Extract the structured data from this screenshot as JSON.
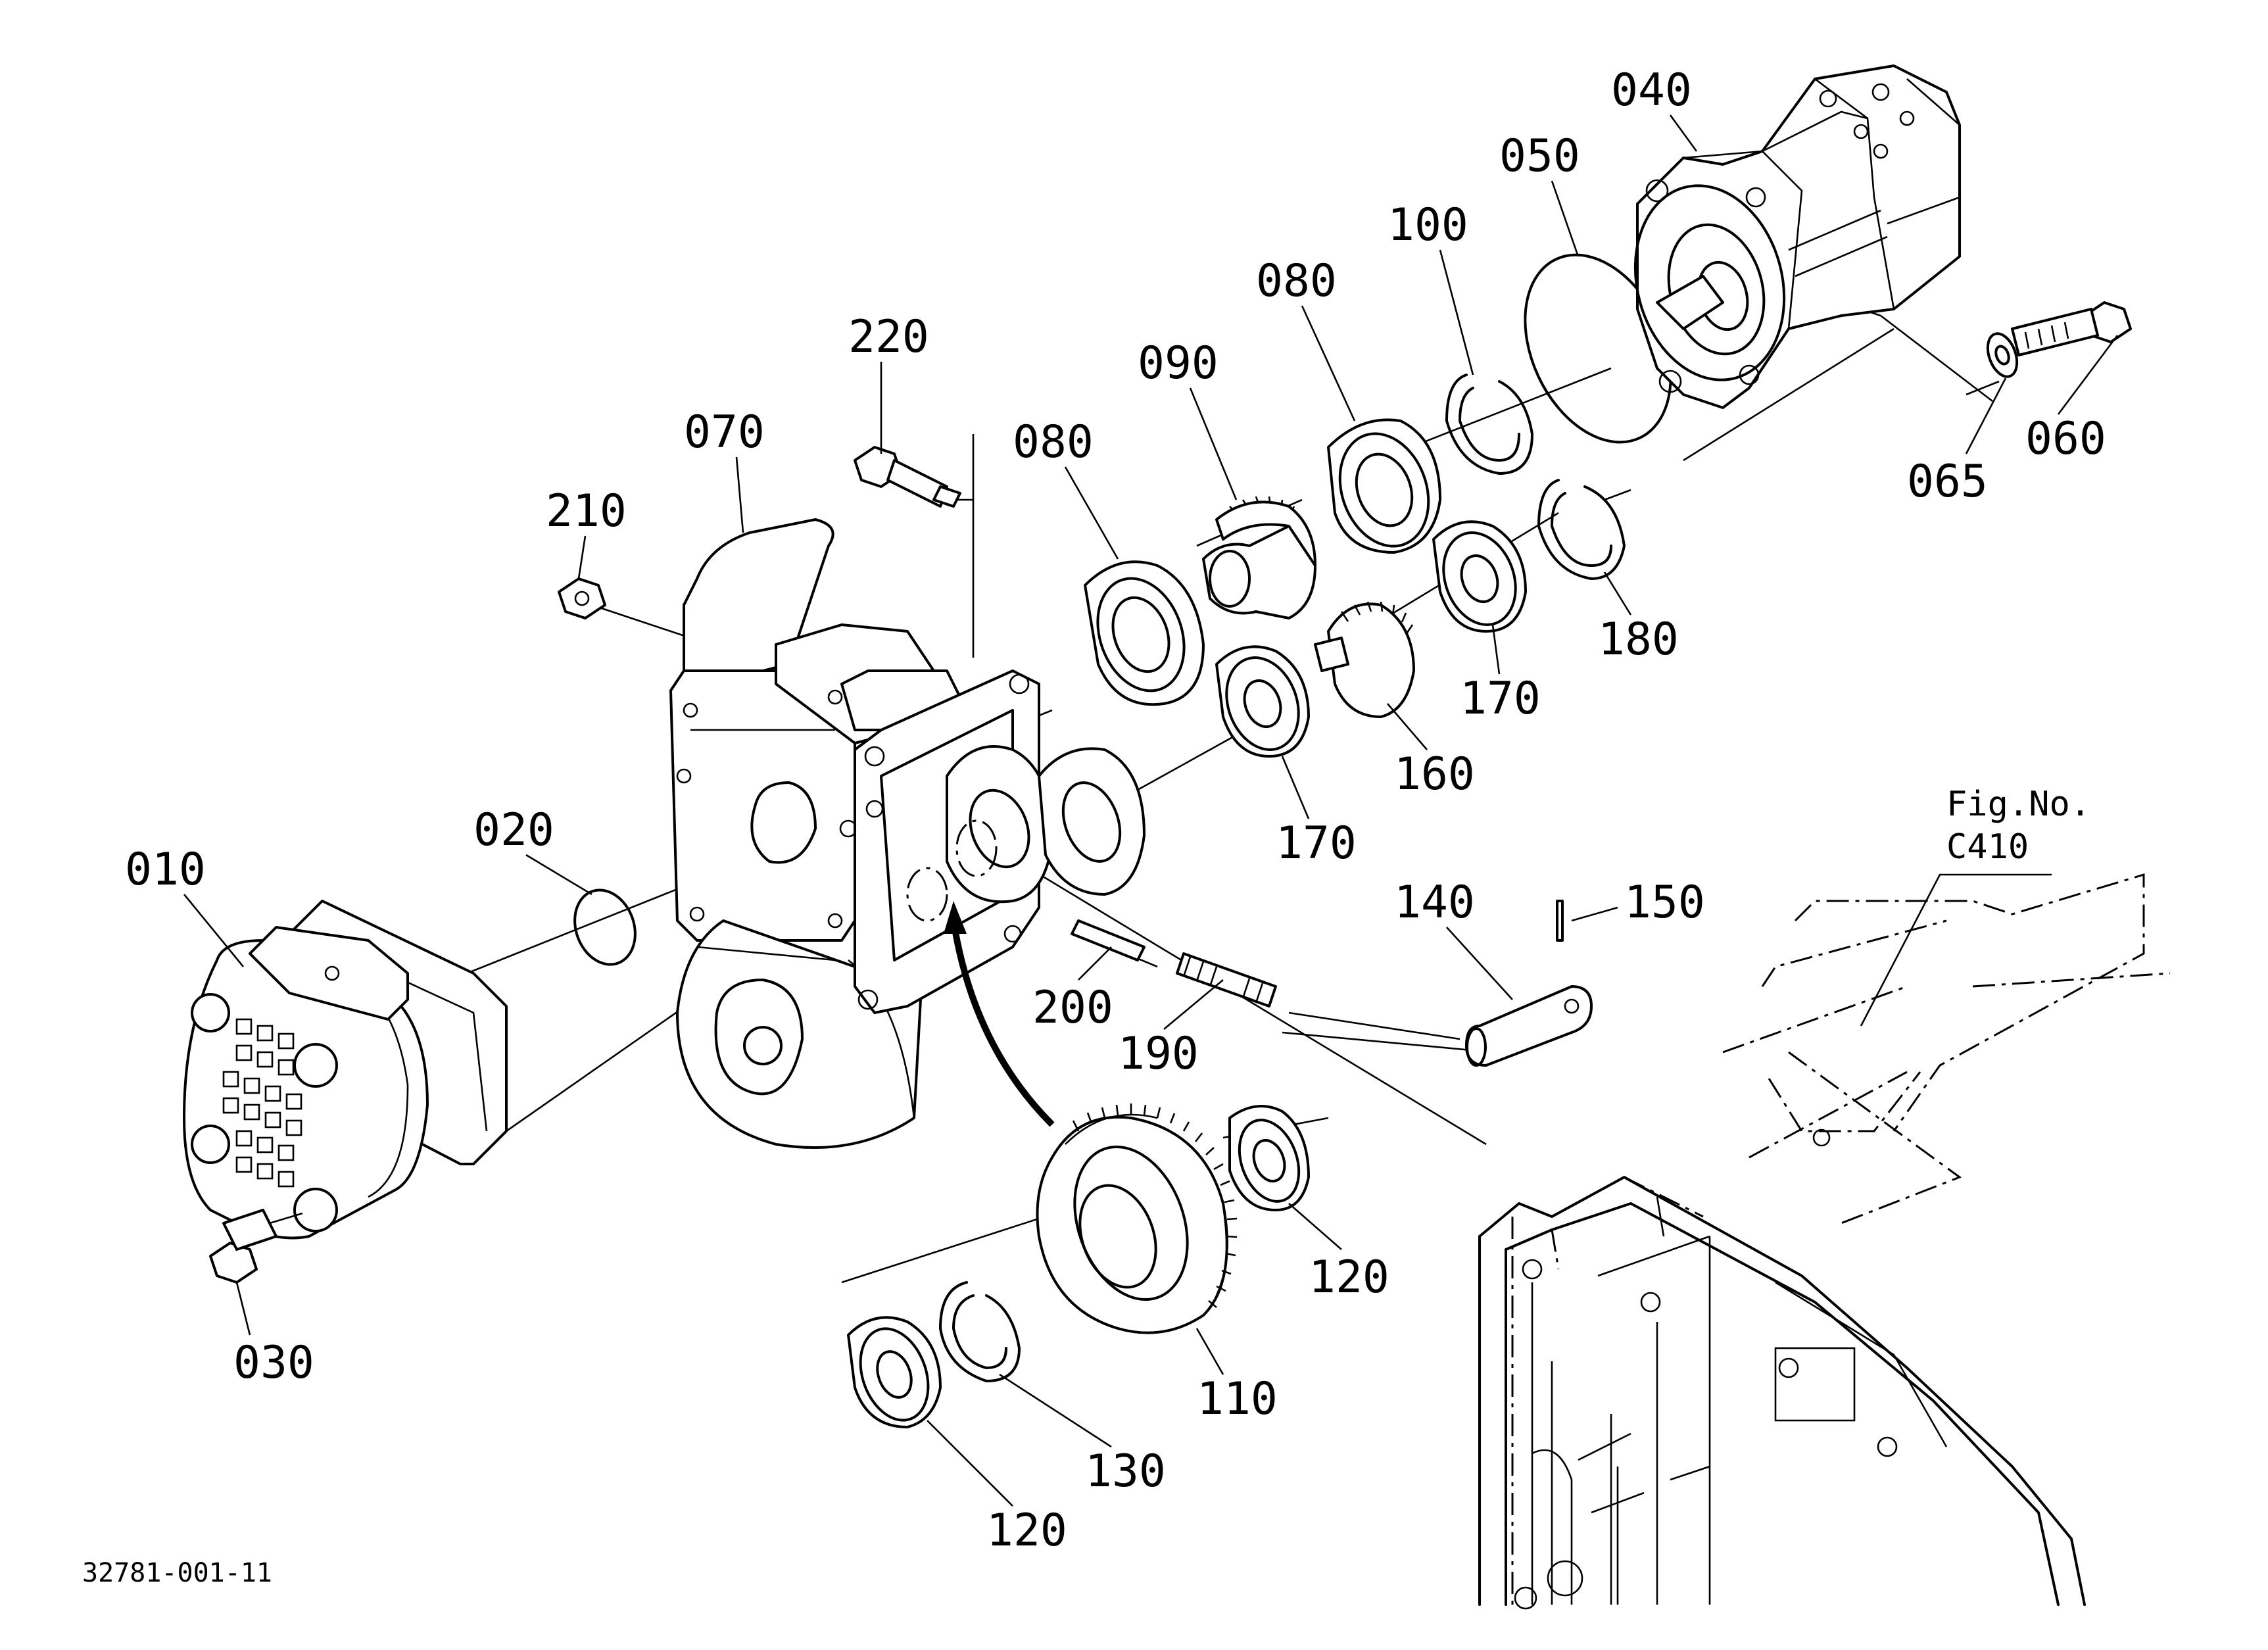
{
  "drawing_number": "32781-001-11",
  "reference": {
    "line1": "Fig.No.",
    "line2": "C410"
  },
  "parts": {
    "p010": "010",
    "p020": "020",
    "p030": "030",
    "p040": "040",
    "p050": "050",
    "p060": "060",
    "p065": "065",
    "p070": "070",
    "p080a": "080",
    "p080b": "080",
    "p090": "090",
    "p100": "100",
    "p110": "110",
    "p120a": "120",
    "p120b": "120",
    "p130": "130",
    "p140": "140",
    "p150": "150",
    "p160": "160",
    "p170a": "170",
    "p170b": "170",
    "p180": "180",
    "p190": "190",
    "p200": "200",
    "p210": "210",
    "p220": "220"
  }
}
